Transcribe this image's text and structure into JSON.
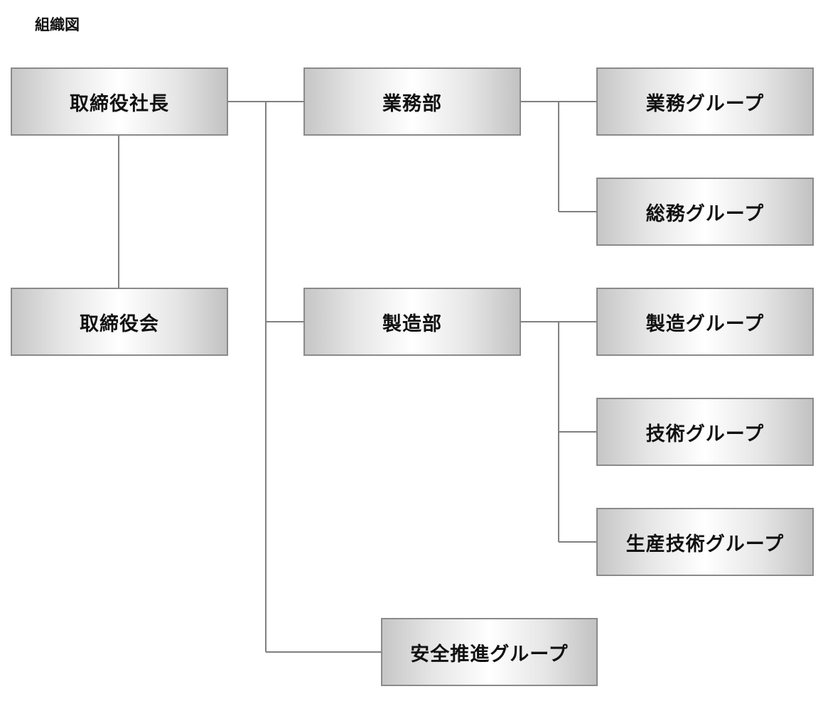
{
  "title": "組織図",
  "colors": {
    "line": "#808080",
    "box_border": "#8a8a8a",
    "text": "#111111"
  },
  "nodes": {
    "president": "取締役社長",
    "board": "取締役会",
    "business_dept": "業務部",
    "manufacturing_dept": "製造部",
    "safety_group": "安全推進グループ",
    "business_group": "業務グループ",
    "general_affairs_group": "総務グループ",
    "manufacturing_group": "製造グループ",
    "technology_group": "技術グループ",
    "production_tech_group": "生産技術グループ"
  },
  "edges": [
    [
      "president",
      "board"
    ],
    [
      "president",
      "business_dept"
    ],
    [
      "president",
      "manufacturing_dept"
    ],
    [
      "president",
      "safety_group"
    ],
    [
      "business_dept",
      "business_group"
    ],
    [
      "business_dept",
      "general_affairs_group"
    ],
    [
      "manufacturing_dept",
      "manufacturing_group"
    ],
    [
      "manufacturing_dept",
      "technology_group"
    ],
    [
      "manufacturing_dept",
      "production_tech_group"
    ]
  ]
}
